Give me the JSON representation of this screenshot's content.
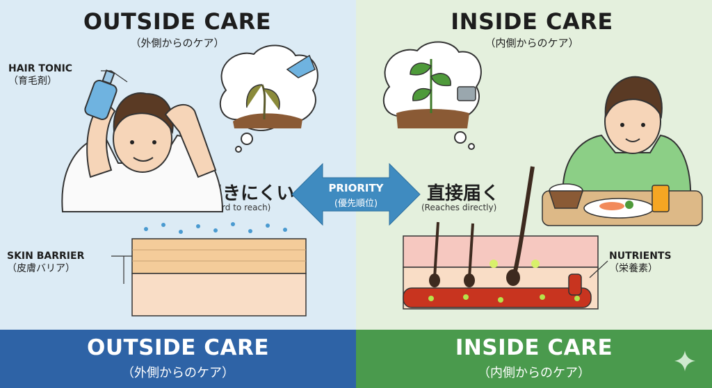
{
  "outside": {
    "title": "OUTSIDE CARE",
    "subtitle": "（外側からのケア）",
    "hair_tonic": "HAIR TONIC",
    "hair_tonic_jp": "（育毛剤）",
    "hard_jp": "届きにくい",
    "hard_en": "(Hard to reach)",
    "skin_barrier": "SKIN BARRIER",
    "skin_barrier_jp": "（皮膚バリア）"
  },
  "inside": {
    "title": "INSIDE CARE",
    "subtitle": "（内側からのケア）",
    "direct_jp": "直接届く",
    "direct_en": "(Reaches directly)",
    "nutrients": "NUTRIENTS",
    "nutrients_jp": "（栄養素）"
  },
  "priority": {
    "label": "PRIORITY",
    "label_jp": "(優先順位)"
  },
  "footer": {
    "left_title": "OUTSIDE CARE",
    "left_sub": "（外側からのケア）",
    "right_title": "INSIDE CARE",
    "right_sub": "（内側からのケア）"
  },
  "colors": {
    "left_bg": "#dcebf5",
    "right_bg": "#e4f0dd",
    "left_bar": "#2e63a6",
    "right_bar": "#4a9a4d",
    "arrow": "#3f8bc0"
  }
}
